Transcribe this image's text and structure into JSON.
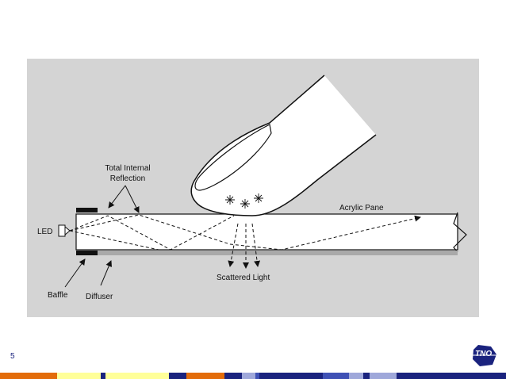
{
  "slide": {
    "page_number": "5",
    "logo_text": "TNO"
  },
  "diagram": {
    "labels": {
      "tir_line1": "Total Internal",
      "tir_line2": "Reflection",
      "acrylic": "Acrylic Pane",
      "led": "LED",
      "scattered": "Scattered Light",
      "baffle": "Baffle",
      "diffuser": "Diffuser"
    }
  },
  "colors": {
    "panel_bg": "#d4d4d4",
    "diffuser": "#a9a9a9",
    "page_number": "#1a237e",
    "logo": "#1a237e",
    "footer": [
      "#e36c0a",
      "#ffff99",
      "#1a237e",
      "#ffff99",
      "#1a237e",
      "#e36c0a",
      "#1a237e",
      "#9fa8da",
      "#3f51b5",
      "#1a237e",
      "#9fa8da",
      "#3f51b5",
      "#1a237e",
      "#9fa8da",
      "#1a237e"
    ]
  }
}
